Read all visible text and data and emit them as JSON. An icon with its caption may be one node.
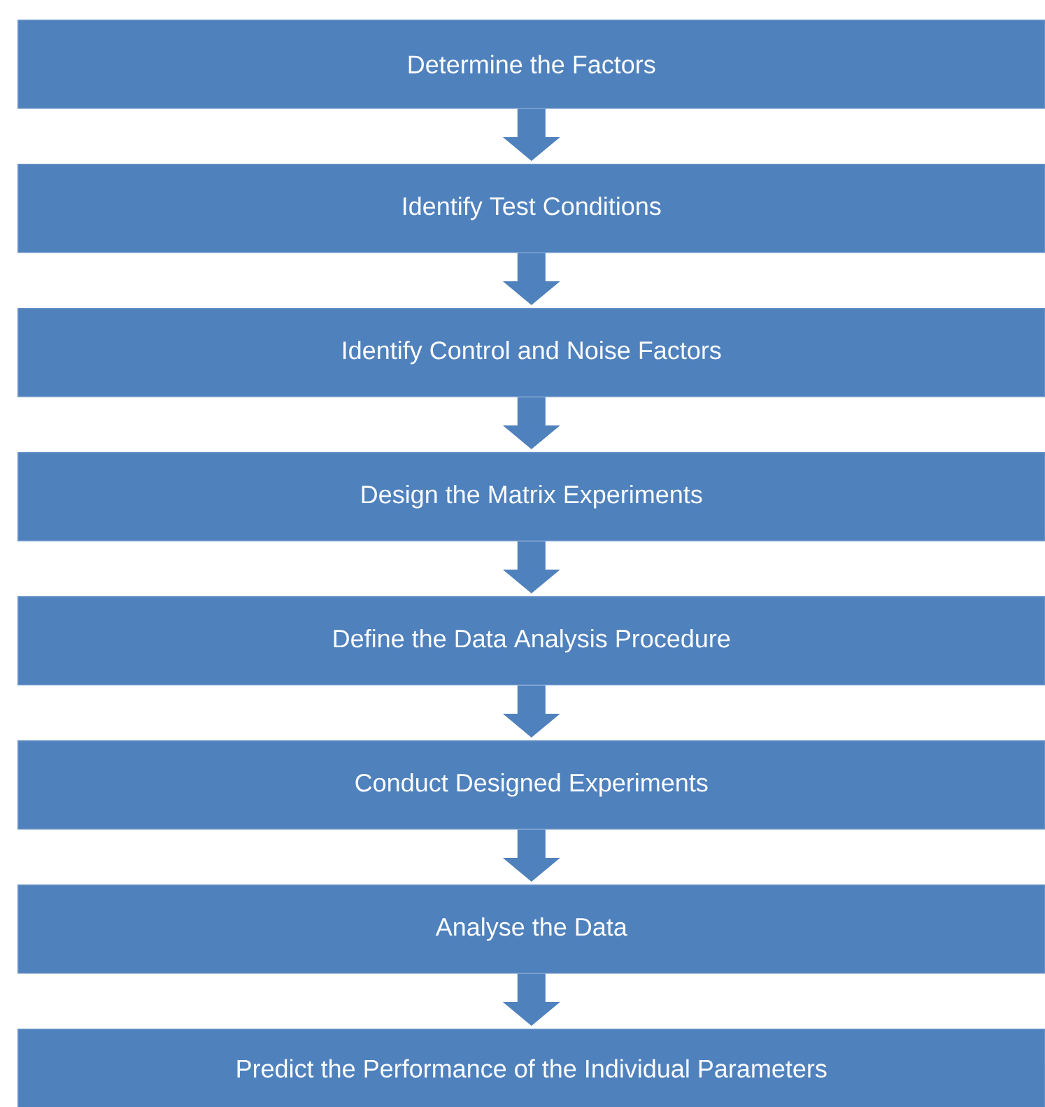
{
  "diagram": {
    "nodes": [
      {
        "text": [
          "Determine the Factors"
        ]
      },
      {
        "text": [
          "Identify Test Conditions"
        ]
      },
      {
        "text": [
          "Identify Control and Noise Factors"
        ]
      },
      {
        "text": [
          "Design the Matrix Experiments"
        ]
      },
      {
        "text": [
          "Define the Data Analysis Procedure"
        ]
      },
      {
        "text": [
          "Conduct Designed Experiments"
        ]
      },
      {
        "text": [
          "Analyse the Data"
        ]
      },
      {
        "text": [
          "Predict the Performance of the Individual Parameters"
        ]
      }
    ],
    "edges": [
      {
        "from": 0,
        "to": 1,
        "arrow": "to"
      },
      {
        "from": 1,
        "to": 2,
        "arrow": "to"
      },
      {
        "from": 2,
        "to": 3,
        "arrow": "to"
      },
      {
        "from": 3,
        "to": 4,
        "arrow": "to"
      },
      {
        "from": 4,
        "to": 5,
        "arrow": "to"
      },
      {
        "from": 5,
        "to": 6,
        "arrow": "to"
      },
      {
        "from": 6,
        "to": 7,
        "arrow": "to"
      }
    ]
  }
}
